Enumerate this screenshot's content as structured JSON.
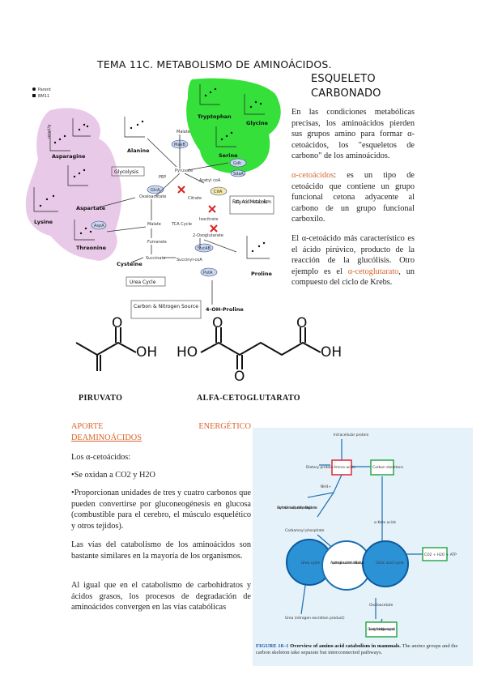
{
  "header": {
    "title": "TEMA 11C. METABOLISMO DE AMINOÁCIDOS.",
    "subtitle_line1": "ESQUELETO",
    "subtitle_line2": "CARBONADO"
  },
  "pathway_figure": {
    "legend": [
      "Parent",
      "BM11"
    ],
    "amino_acids": [
      "Asparagine",
      "Aspartate",
      "Lysine",
      "Threonine",
      "Alanine",
      "Tryptophan",
      "Glycine",
      "Serine",
      "Proline",
      "Cysteine",
      "4-OH-Proline"
    ],
    "metabolites": [
      "Malate",
      "Pyruvate",
      "Acetyl coA",
      "Citrate",
      "Oxaloacetate",
      "Isocitrate",
      "TCA Cycle",
      "Malate",
      "Fumarate",
      "Succinate",
      "Succinyl-coA",
      "2-Oxoglutarate",
      "PEP"
    ],
    "enzymes": [
      "MaeB",
      "GlcA",
      "AspA",
      "CitA",
      "SucAB",
      "Gdh",
      "PutA",
      "SdaA"
    ],
    "boxes": [
      "Glycolysis",
      "Fatty Acid Metabolism",
      "Urea Cycle",
      "Carbon & Nitrogen Source"
    ],
    "axis_label": "nmol/g"
  },
  "intro": {
    "text": "En las condiciones metabólicas precisas, los aminoácidos pierden sus grupos amino para formar α-cetoácidos, los \"esqueletos de carbono\" de los aminoácidos."
  },
  "definition": {
    "term": "α-cetoácidos",
    "text": ": es un tipo de cetoácido que contiene un grupo funcional cetona adyacente al carbono de un grupo funcional carboxilo."
  },
  "example": {
    "text_before": "El α-cetoácido más característico es el ácido pirúvico, producto de la reacción de la glucólisis. Otro ejemplo es el ",
    "term": "α-cetoglutarato",
    "text_after": ", un compuesto del ciclo de Krebs."
  },
  "structures": {
    "pyruvate_label": "PIRUVATO",
    "akg_label": "ALFA-CETOGLUTARATO",
    "oh": "OH",
    "ho": "HO",
    "o": "O"
  },
  "section": {
    "heading_part1": "APORTE",
    "heading_part2": "ENERGÉTICO",
    "heading_line2": "DEAMINOÁCIDOS",
    "p1": "Los α-cetoácidos:",
    "p2": "•Se oxidan a CO2 y H2O",
    "p3": "•Proporcionan unidades de tres y cuatro carbonos que pueden convertirse por gluconeogénesis en glucosa (combustible para el cerebro, el músculo esquelético y otros tejidos).",
    "p4": "Las vías del catabolismo de los aminoácidos son bastante similares en la mayoría de los organismos.",
    "p5": "Al igual que en el catabolismo de carbohidratos y ácidos grasos, los procesos de degradación de aminoácidos convergen en las vías catabólicas"
  },
  "figure_18_1": {
    "nodes": [
      "Intracellular protein",
      "Dietary protein",
      "Amino acids",
      "Carbon skeletons",
      "Biosynthesis of amino acids, nucleotides, and biological amines",
      "Carbamoyl phosphate",
      "α-Keto acids",
      "Urea cycle",
      "Aspartate-argininosuccinate shunt of citric acid cycle",
      "Citric acid cycle",
      "CO2 + H2O + ATP",
      "Urea (nitrogen excretion product)",
      "Oxaloacetate",
      "Glucose (synthesized in gluconeogenesis)",
      "NH4+"
    ],
    "caption_label": "FIGURE 18–1",
    "caption_bold": "Overview of amino acid catabolism in mammals.",
    "caption_text": "The amino groups and the carbon skeleton take separate but interconnected pathways."
  }
}
